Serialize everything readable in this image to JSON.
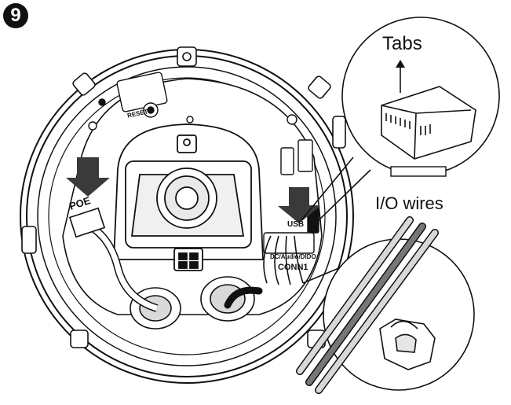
{
  "step_number": "9",
  "labels": {
    "tabs": "Tabs",
    "io_wires": "I/O wires",
    "poe": "POE",
    "usb": "USB",
    "dc_audio_dido": "DC/Audio/DIDO",
    "conn": "CONN1",
    "reset": "RESET"
  },
  "colors": {
    "line": "#111111",
    "arrow": "#3a3a3a",
    "wire_light": "#d8d8d8",
    "wire_dark": "#777777"
  }
}
